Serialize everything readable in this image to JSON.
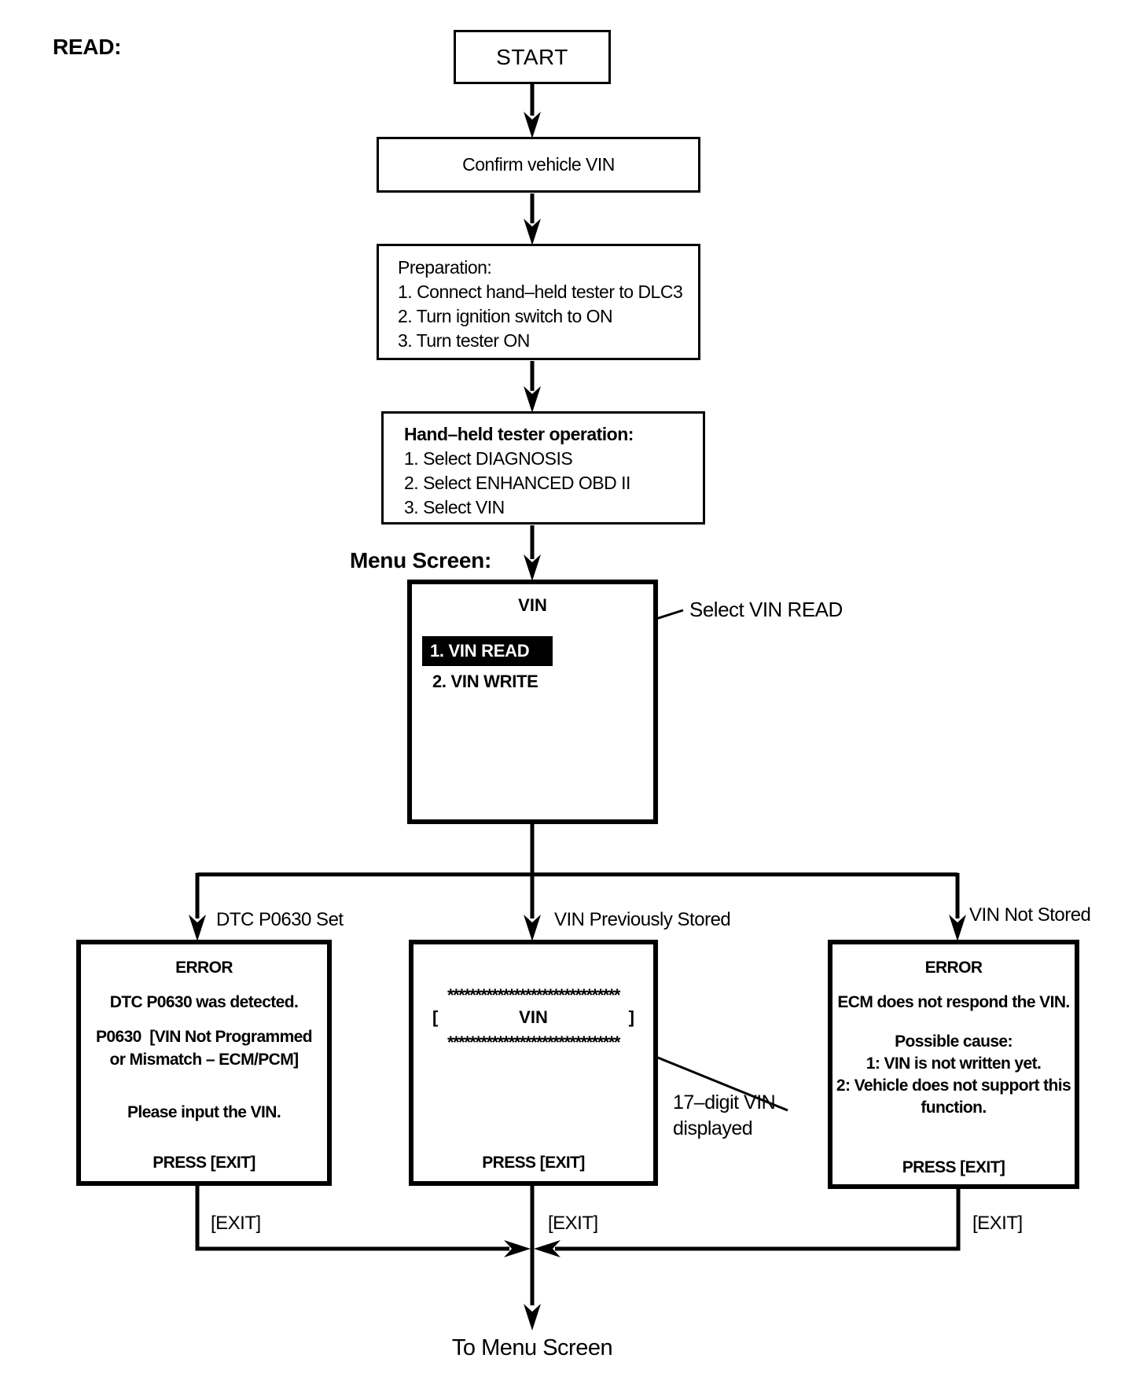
{
  "header": {
    "read_label": "READ:"
  },
  "flow": {
    "start_label": "START",
    "confirm_label": "Confirm vehicle VIN",
    "preparation": {
      "heading": "Preparation:",
      "items": [
        "1. Connect hand–held tester to DLC3",
        "2. Turn ignition switch to ON",
        "3. Turn tester ON"
      ]
    },
    "tester_operation": {
      "heading": "Hand–held tester operation:",
      "items": [
        "1. Select DIAGNOSIS",
        "2. Select ENHANCED OBD II",
        "3. Select VIN"
      ]
    },
    "menu_screen_label": "Menu Screen:",
    "menu": {
      "title": "VIN",
      "item_read": "1. VIN READ",
      "item_write": "2. VIN WRITE"
    },
    "annotations": {
      "select_read": "Select VIN READ",
      "vin_digits_line1": "17–digit VIN",
      "vin_digits_line2": "displayed"
    }
  },
  "branches": {
    "dtc_set": {
      "label": "DTC P0630 Set",
      "screen": {
        "title": "ERROR",
        "line1": "DTC P0630 was detected.",
        "line2a": "P0630  [VIN Not Programmed",
        "line2b": "or Mismatch – ECM/PCM]",
        "line3": "Please input the VIN.",
        "press": "PRESS [EXIT]"
      },
      "exit_label": "[EXIT]"
    },
    "stored": {
      "label": "VIN Previously Stored",
      "screen": {
        "stars": "*******************************",
        "bracket_open": "[",
        "vin": "VIN",
        "bracket_close": "]",
        "press": "PRESS [EXIT]"
      },
      "exit_label": "[EXIT]"
    },
    "not_stored": {
      "label": "VIN Not Stored",
      "screen": {
        "title": "ERROR",
        "line1": "ECM does not respond the VIN.",
        "cause_heading": "Possible cause:",
        "cause1": "1: VIN is not written yet.",
        "cause2a": "2: Vehicle does not support this",
        "cause2b": "function.",
        "press": "PRESS [EXIT]"
      },
      "exit_label": "[EXIT]"
    }
  },
  "footer": {
    "to_menu_label": "To Menu Screen"
  }
}
